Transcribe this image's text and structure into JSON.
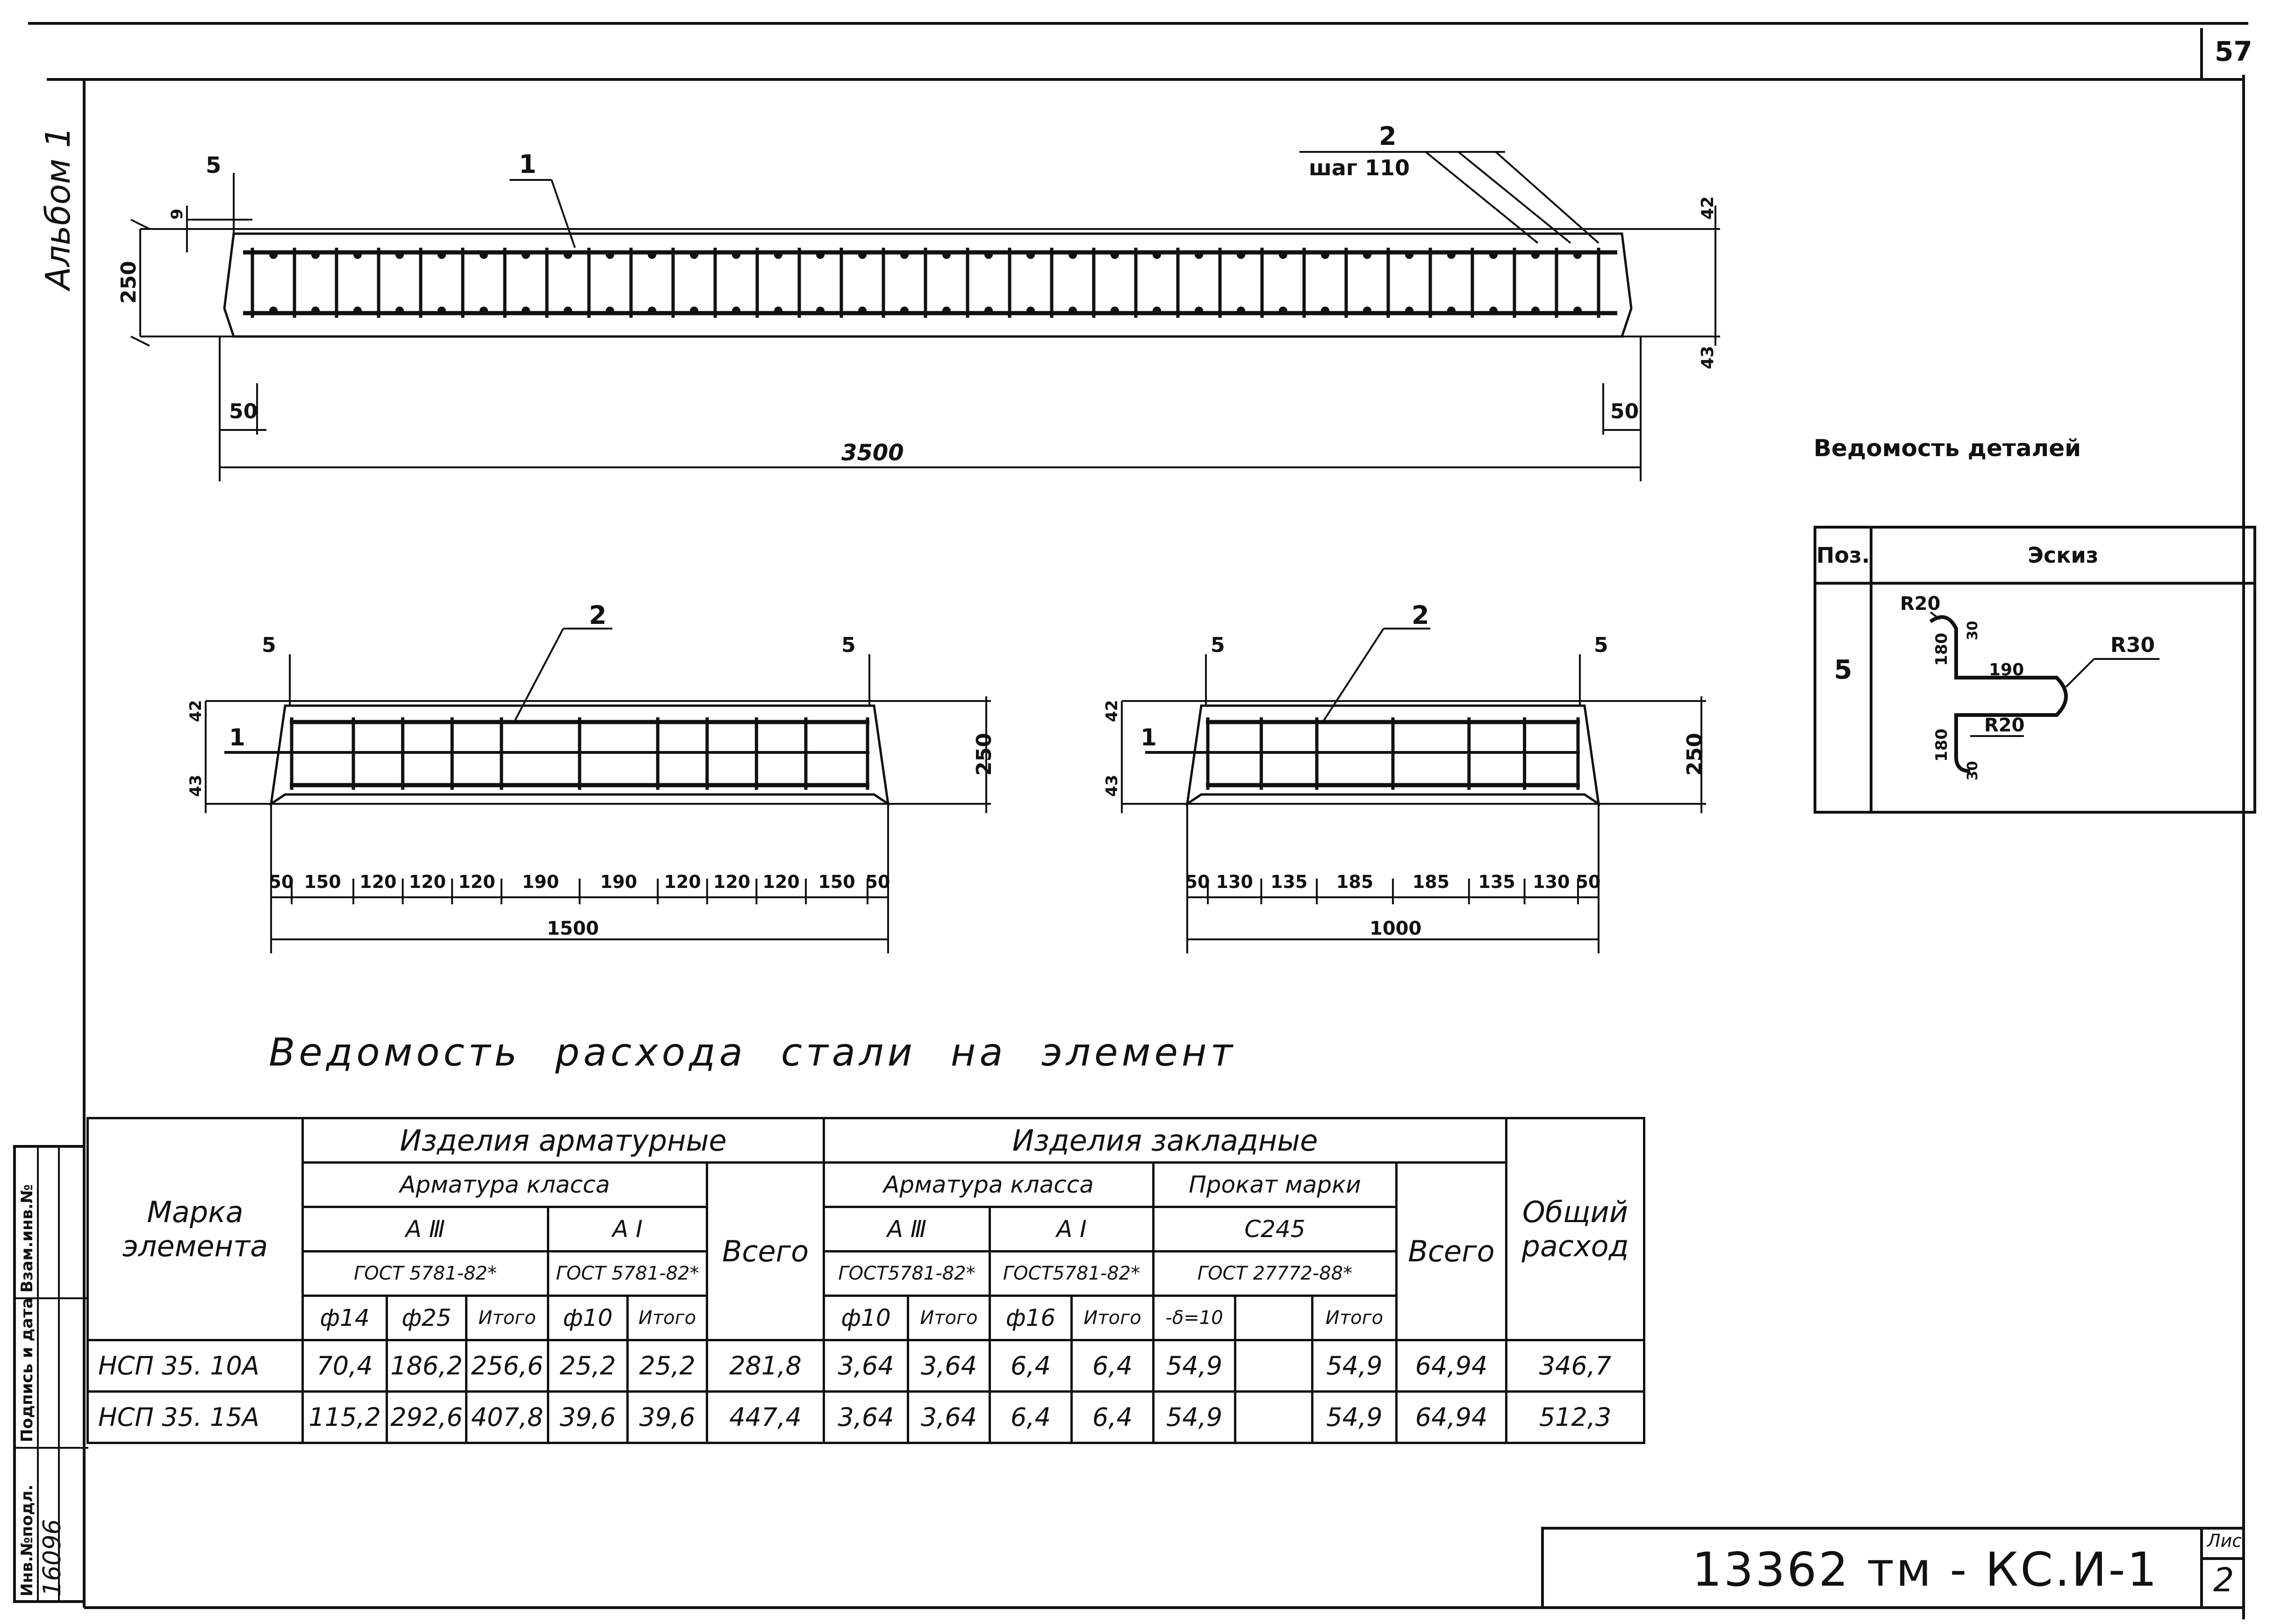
{
  "sheet_number": "57",
  "album_label": "Альбом 1",
  "drawing_code": "13362 тм - КС.И-1",
  "sheet_label": "Лис.",
  "sheet_count": "2",
  "drawing_main": {
    "rebar_pos1": "1",
    "rebar_pos2": "2",
    "pitch_label": "шаг 110",
    "dim_length": "3500",
    "dim_height": "250",
    "dim_end_left": "50",
    "dim_end_right": "50",
    "dim_top": "42",
    "dim_bottom": "43",
    "dim_cover": "9",
    "mark_5_left": "5"
  },
  "drawing_1500": {
    "pos2": "2",
    "pos1": "1",
    "mark_5": "5",
    "height": "250",
    "top": "42",
    "bottom": "43",
    "spacings": [
      "50",
      "150",
      "120",
      "120",
      "120",
      "190",
      "190",
      "120",
      "120",
      "120",
      "150",
      "50"
    ],
    "total": "1500"
  },
  "drawing_1000": {
    "pos2": "2",
    "pos1": "1",
    "mark_5": "5",
    "height": "250",
    "top": "42",
    "bottom": "43",
    "spacings": [
      "50",
      "130",
      "135",
      "185",
      "185",
      "135",
      "130",
      "50"
    ],
    "total": "1000"
  },
  "details": {
    "title": "Ведомость деталей",
    "col_pos": "Поз.",
    "col_sketch": "Эскиз",
    "row_pos": "5",
    "sketch_labels": {
      "r20_top": "R20",
      "r30": "R30",
      "r20_bottom": "R20",
      "len_180_top": "180",
      "len_190": "190",
      "len_180_bottom": "180",
      "len_30_top": "30",
      "len_30_bottom": "30"
    }
  },
  "steel_table": {
    "title": "Ведомость расхода стали на элемент",
    "h_mark": "Марка элемента",
    "h_rebar_products": "Изделия арматурные",
    "h_embedded": "Изделия закладные",
    "h_rebar_class": "Арматура класса",
    "h_rebar_class2": "Арматура класса",
    "h_rolled": "Прокат марки",
    "h_total_rebar": "Всего",
    "h_total_embedded": "Всего",
    "h_overall": "Общий расход",
    "h_a3": "А Ⅲ",
    "h_a1": "А Ⅰ",
    "h_a3b": "А Ⅲ",
    "h_a1b": "А Ⅰ",
    "h_c245": "С245",
    "h_gost1": "ГОСТ 5781-82*",
    "h_gost2": "ГОСТ 5781-82*",
    "h_gost3": "ГОСТ5781-82*",
    "h_gost4": "ГОСТ5781-82*",
    "h_gost5": "ГОСТ 27772-88*",
    "h_d14": "ф14",
    "h_d25": "ф25",
    "h_itogo1": "Итого",
    "h_d10": "ф10",
    "h_itogo2": "Итого",
    "h_d10b": "ф10",
    "h_itogo3": "Итого",
    "h_d16": "ф16",
    "h_itogo4": "Итого",
    "h_delta": "-δ=10",
    "h_itogo5": "Итого",
    "rows": [
      {
        "mark": "НСП 35. 10А",
        "d14": "70,4",
        "d25": "186,2",
        "it1": "256,6",
        "d10": "25,2",
        "it2": "25,2",
        "total": "281,8",
        "e_d10": "3,64",
        "e_it1": "3,64",
        "e_d16": "6,4",
        "e_it2": "6,4",
        "plate": "54,9",
        "e_it3": "54,9",
        "e_total": "64,94",
        "overall": "346,7"
      },
      {
        "mark": "НСП 35. 15А",
        "d14": "115,2",
        "d25": "292,6",
        "it1": "407,8",
        "d10": "39,6",
        "it2": "39,6",
        "total": "447,4",
        "e_d10": "3,64",
        "e_it1": "3,64",
        "e_d16": "6,4",
        "e_it2": "6,4",
        "plate": "54,9",
        "e_it3": "54,9",
        "e_total": "64,94",
        "overall": "512,3"
      }
    ]
  },
  "stamp": {
    "inv_label": "Инв.№подл.",
    "sign_label": "Подпись и дата",
    "swap_label": "Взам.инв.№",
    "inv_number": "16096"
  }
}
